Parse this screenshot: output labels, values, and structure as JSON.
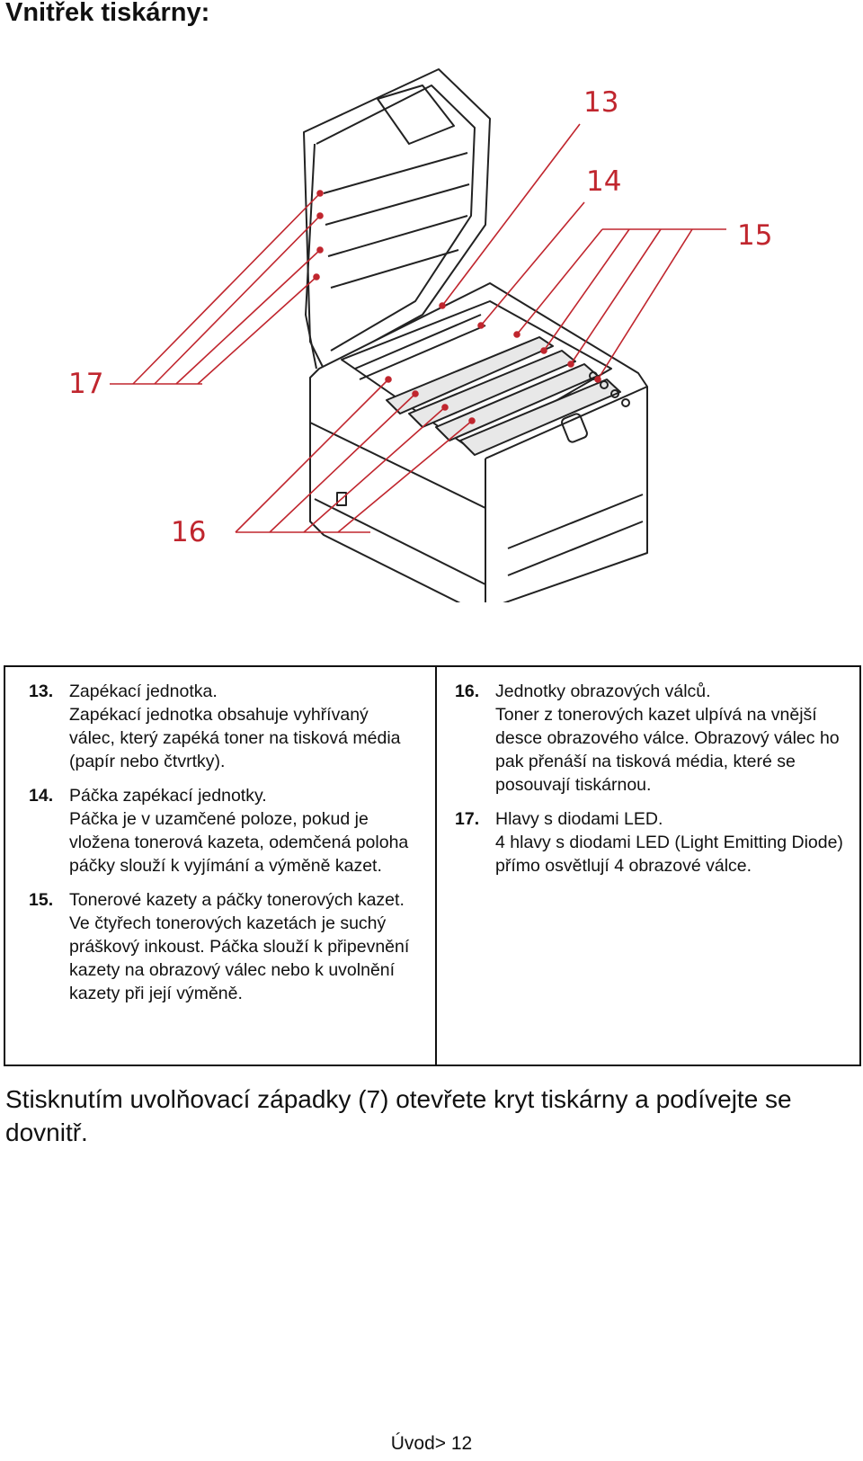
{
  "page": {
    "title": "Vnitřek tiskárny:",
    "footer": "Úvod> 12"
  },
  "figure": {
    "callouts": {
      "c13": "13",
      "c14": "14",
      "c15": "15",
      "c16": "16",
      "c17": "17"
    },
    "callout_color": "#c0262e"
  },
  "items": {
    "i13": {
      "number": "13.",
      "heading": "Zapékací jednotka.",
      "body": "Zapékací jednotka obsahuje vyhřívaný válec, který zapéká toner na tisková média (papír nebo čtvrtky)."
    },
    "i14": {
      "number": "14.",
      "heading": "Páčka zapékací jednotky.",
      "body": "Páčka je v uzamčené poloze, pokud je vložena tonerová kazeta, odemčená poloha páčky slouží k vyjímání a výměně kazet."
    },
    "i15": {
      "number": "15.",
      "heading": "Tonerové kazety a páčky tonerových kazet.",
      "body": "Ve čtyřech tonerových kazetách je suchý práškový inkoust. Páčka slouží k připevnění kazety na obrazový válec nebo k uvolnění kazety při její výměně."
    },
    "i16": {
      "number": "16.",
      "heading": "Jednotky obrazových válců.",
      "body": "Toner z tonerových kazet ulpívá na vnější desce obrazového válce. Obrazový válec ho pak přenáší na tisková média, které se posouvají tiskárnou."
    },
    "i17": {
      "number": "17.",
      "heading": "Hlavy s diodami LED.",
      "body": "4 hlavy s diodami LED (Light Emitting Diode) přímo osvětlují 4 obrazové válce."
    }
  },
  "instruction": "Stisknutím uvolňovací západky (7) otevřete kryt tiskárny a podívejte se dovnitř."
}
